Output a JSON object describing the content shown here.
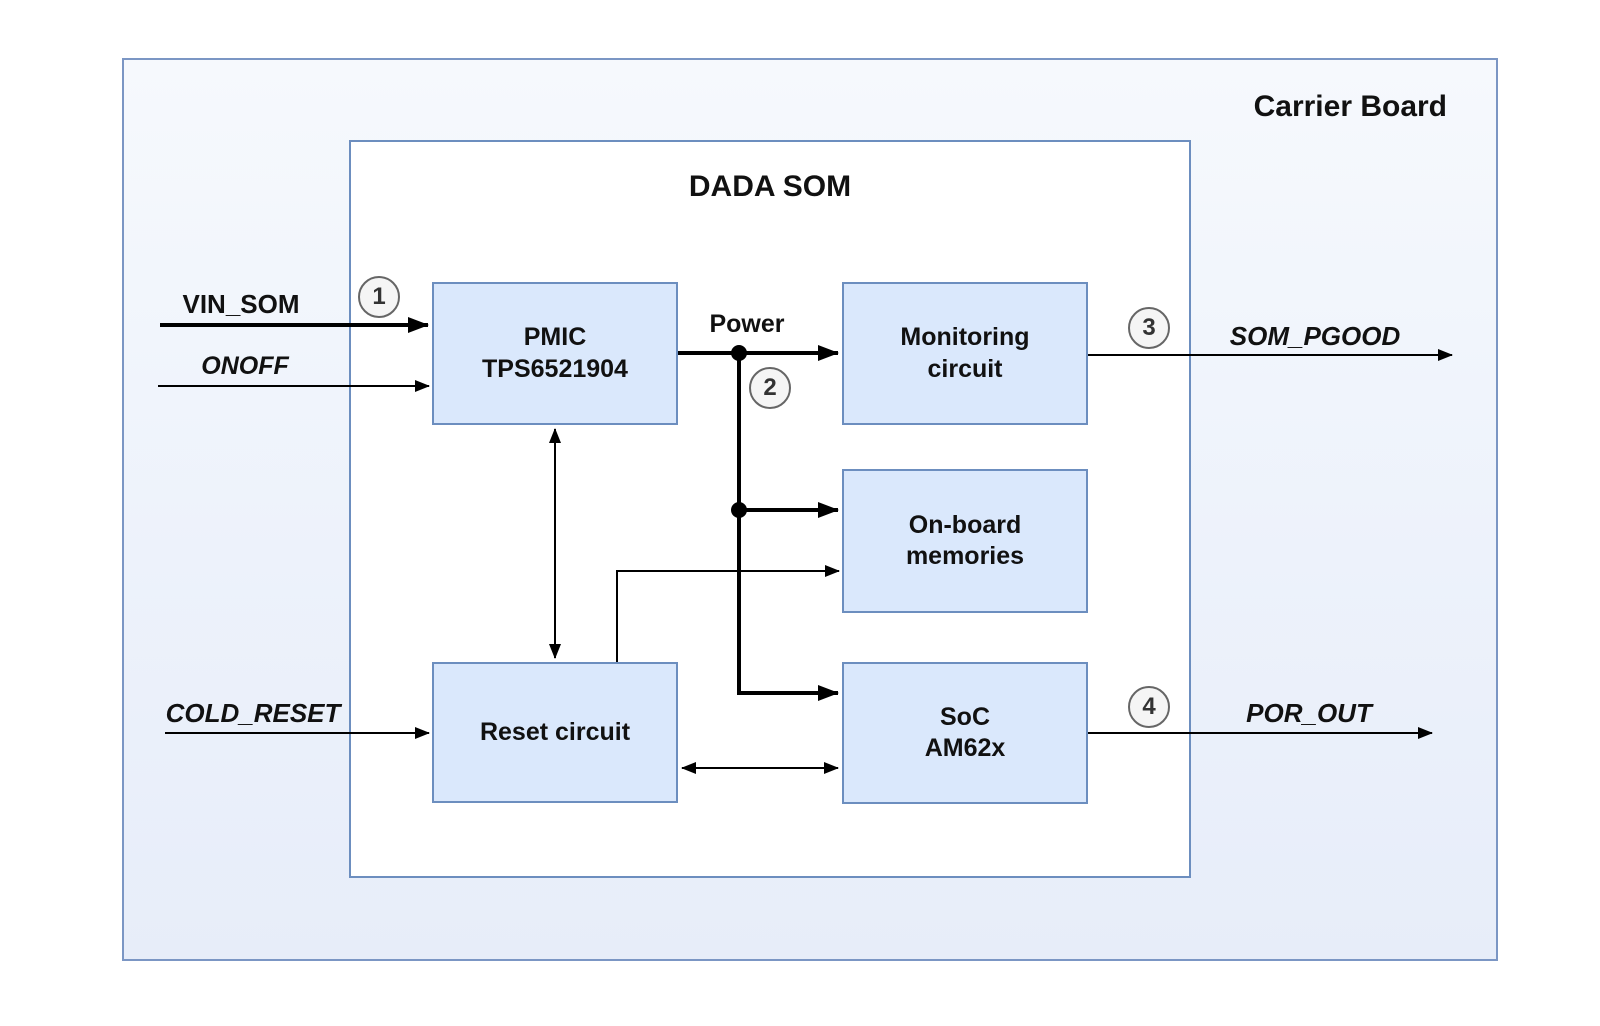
{
  "carrier_board": {
    "title": "Carrier Board"
  },
  "som": {
    "title": "DADA SOM"
  },
  "blocks": {
    "pmic": {
      "line1": "PMIC",
      "line2": "TPS6521904"
    },
    "monitoring": {
      "line1": "Monitoring",
      "line2": "circuit"
    },
    "memories": {
      "line1": "On-board",
      "line2": "memories"
    },
    "reset": {
      "label": "Reset circuit"
    },
    "soc": {
      "line1": "SoC",
      "line2": "AM62x"
    }
  },
  "signals": {
    "vin_som": "VIN_SOM",
    "onoff": "ONOFF",
    "cold_reset": "COLD_RESET",
    "power": "Power",
    "som_pgood": "SOM_PGOOD",
    "por_out": "POR_OUT"
  },
  "badges": {
    "b1": "1",
    "b2": "2",
    "b3": "3",
    "b4": "4"
  },
  "colors": {
    "block_fill": "#dae8fc",
    "block_border": "#6c8ebf",
    "board_border": "#7b96c4",
    "line": "#000000",
    "badge_fill": "#f5f5f5",
    "badge_border": "#666666"
  }
}
